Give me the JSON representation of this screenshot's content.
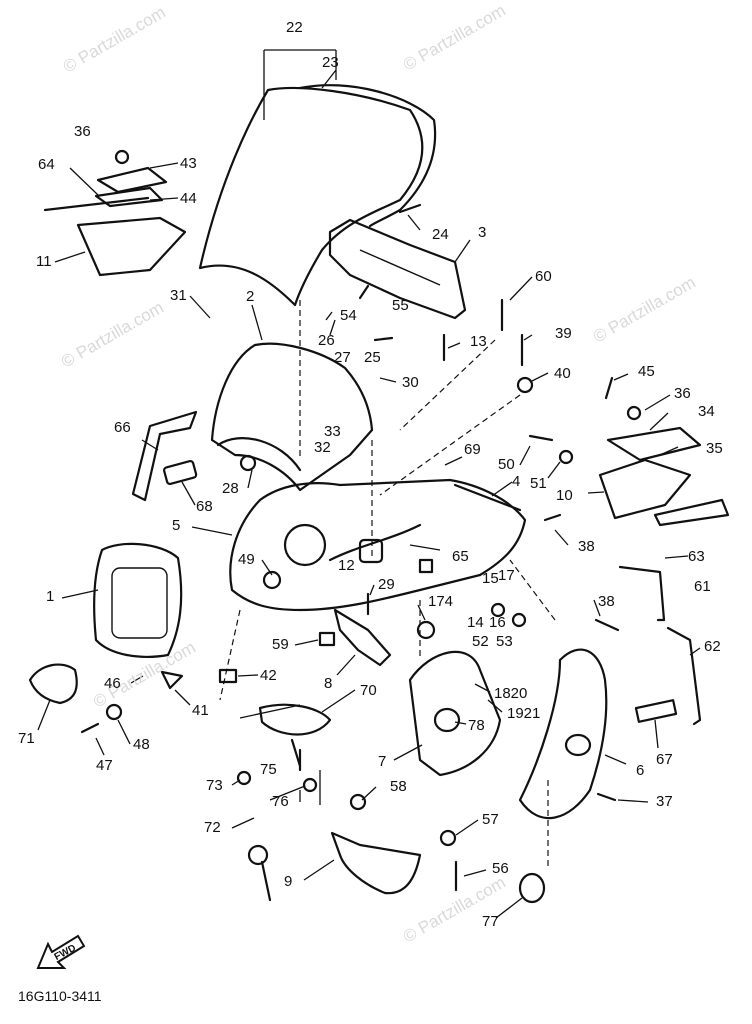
{
  "watermark": "© Partzilla.com",
  "diagram_code": "16G110-3411",
  "fwd_label": "FWD",
  "callouts": [
    "22",
    "23",
    "36",
    "43",
    "64",
    "44",
    "11",
    "24",
    "3",
    "60",
    "31",
    "2",
    "54",
    "26",
    "27",
    "25",
    "55",
    "13",
    "39",
    "66",
    "30",
    "33",
    "32",
    "40",
    "45",
    "36",
    "34",
    "69",
    "35",
    "28",
    "68",
    "50",
    "51",
    "4",
    "10",
    "5",
    "49",
    "12",
    "65",
    "38",
    "63",
    "61",
    "1",
    "29",
    "174",
    "15",
    "17",
    "38",
    "59",
    "14",
    "16",
    "52",
    "53",
    "62",
    "42",
    "46",
    "41",
    "8",
    "70",
    "1820",
    "1921",
    "78",
    "67",
    "71",
    "48",
    "7",
    "6",
    "47",
    "73",
    "75",
    "76",
    "58",
    "37",
    "72",
    "57",
    "9",
    "56",
    "77"
  ],
  "icons": [
    "fwd-arrow-icon"
  ]
}
